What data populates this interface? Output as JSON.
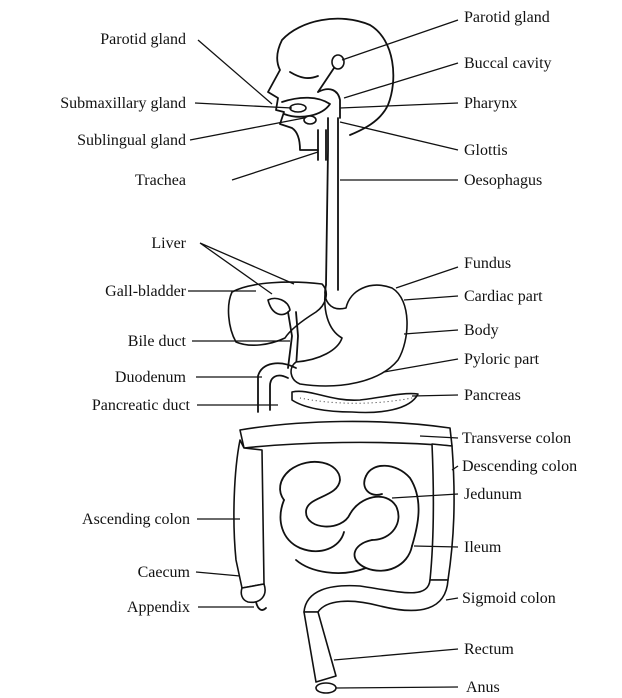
{
  "labels": {
    "parotid_gland_left": "Parotid gland",
    "submaxillary_gland": "Submaxillary gland",
    "sublingual_gland": "Sublingual gland",
    "trachea": "Trachea",
    "liver": "Liver",
    "gall_bladder": "Gall-bladder",
    "bile_duct": "Bile duct",
    "duodenum": "Duodenum",
    "pancreatic_duct": "Pancreatic duct",
    "ascending_colon": "Ascending colon",
    "caecum": "Caecum",
    "appendix": "Appendix",
    "parotid_gland_right": "Parotid gland",
    "buccal_cavity": "Buccal cavity",
    "pharynx": "Pharynx",
    "glottis": "Glottis",
    "oesophagus": "Oesophagus",
    "fundus": "Fundus",
    "cardiac_part": "Cardiac part",
    "body": "Body",
    "pyloric_part": "Pyloric part",
    "pancreas": "Pancreas",
    "transverse_colon": "Transverse colon",
    "descending_colon": "Descending colon",
    "jejunum": "Jedunum",
    "ileum": "Ileum",
    "sigmoid_colon": "Sigmoid colon",
    "rectum": "Rectum",
    "anus": "Anus"
  }
}
